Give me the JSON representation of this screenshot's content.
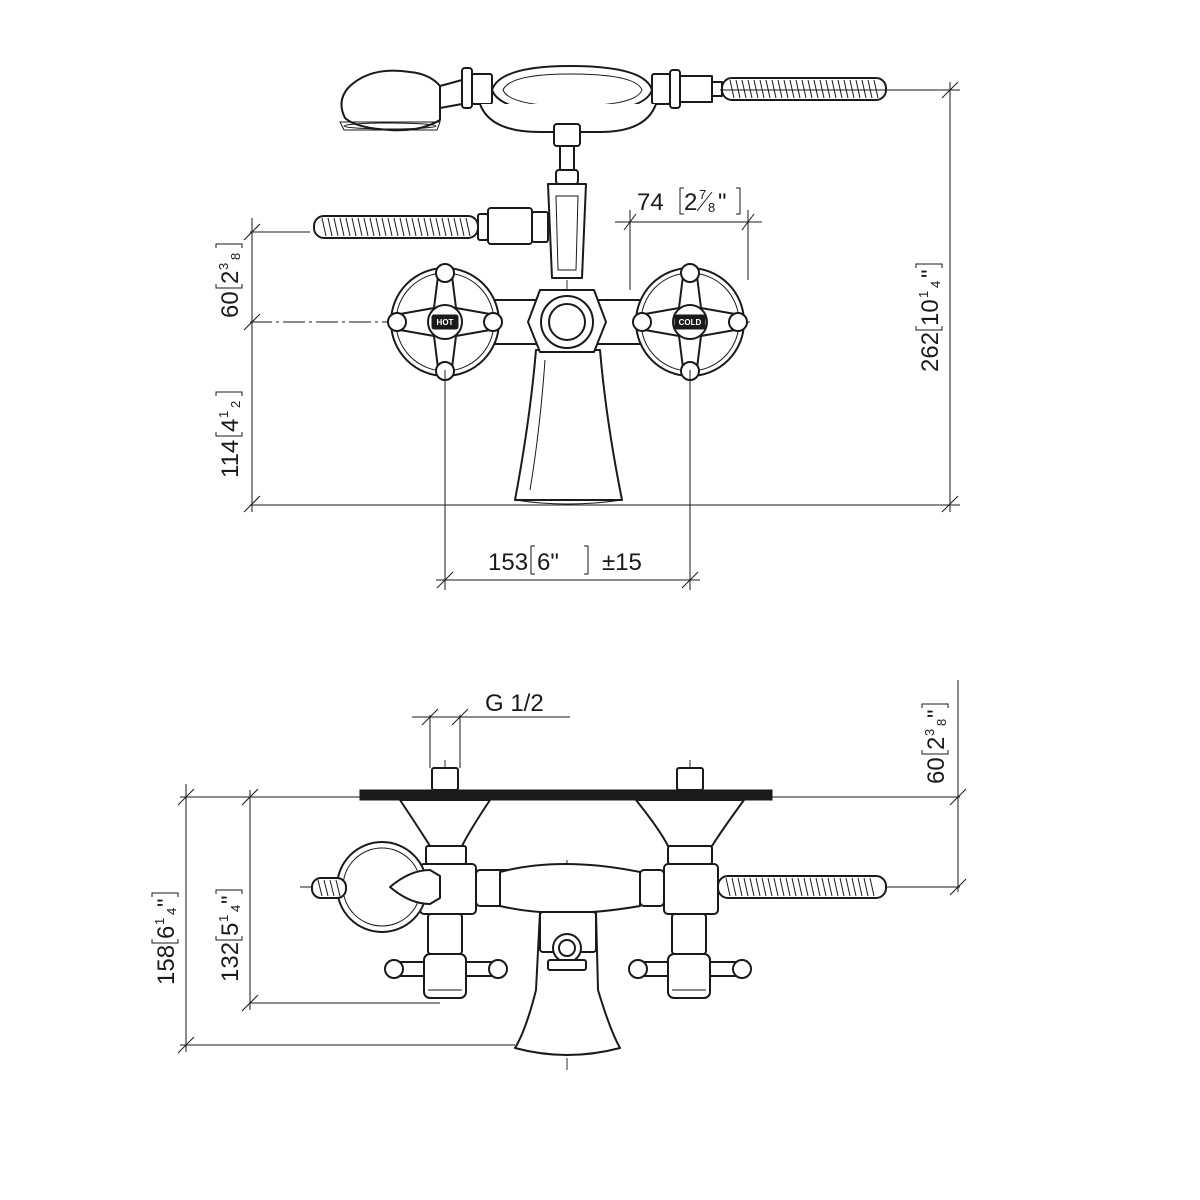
{
  "views": [
    {
      "name": "front-elevation",
      "dimensions": {
        "width_spout_pipe": {
          "metric": "74",
          "imperial_whole": "2",
          "imperial_num": "7",
          "imperial_den": "8"
        },
        "handle_height": {
          "metric": "60",
          "imperial_whole": "2",
          "imperial_num": "3",
          "imperial_den": "8"
        },
        "base_height": {
          "metric": "114",
          "imperial_whole": "4",
          "imperial_num": "1",
          "imperial_den": "2"
        },
        "overall_height": {
          "metric": "262",
          "imperial_whole": "10",
          "imperial_num": "1",
          "imperial_den": "4"
        },
        "centers": {
          "metric": "153",
          "imperial": "6\"",
          "tolerance": "±15"
        }
      },
      "valve_labels": {
        "hot": "HOT",
        "cold": "COLD"
      }
    },
    {
      "name": "top-plan",
      "dimensions": {
        "thread": {
          "text": "G 1/2"
        },
        "wall_offset": {
          "metric": "60",
          "imperial_whole": "2",
          "imperial_num": "3",
          "imperial_den": "8"
        },
        "depth_inner": {
          "metric": "132",
          "imperial_whole": "5",
          "imperial_num": "1",
          "imperial_den": "4"
        },
        "depth_outer": {
          "metric": "158",
          "imperial_whole": "6",
          "imperial_num": "1",
          "imperial_den": "4"
        }
      }
    }
  ],
  "colors": {
    "line": "#1a1a1a",
    "background": "#ffffff"
  }
}
